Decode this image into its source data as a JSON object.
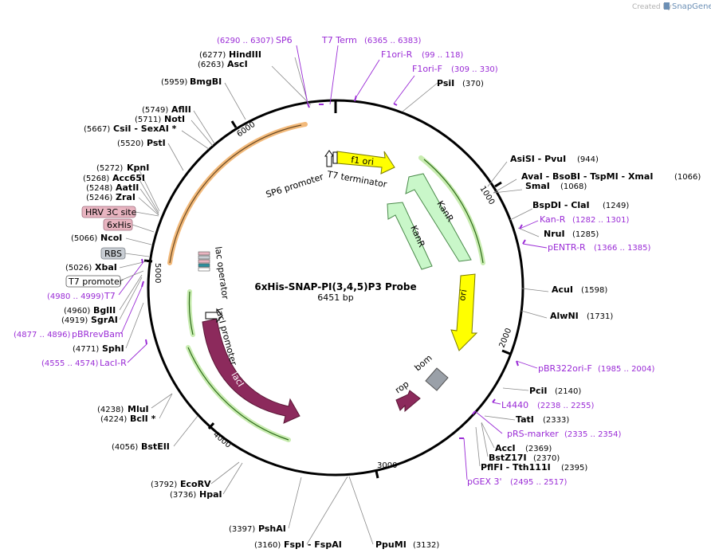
{
  "branding": {
    "created_by": "Created by",
    "brand": "SnapGene"
  },
  "plasmid": {
    "name": "6xHis-SNAP-PI(3,4,5)P3 Probe",
    "length": "6451 bp"
  },
  "scale_ticks": [
    "1000",
    "2000",
    "3000",
    "4000",
    "5000",
    "6000"
  ],
  "features": [
    {
      "name": "f1 ori",
      "color": "#ffff00"
    },
    {
      "name": "KanR",
      "color": "#c9f7c9"
    },
    {
      "name": "KanR",
      "color": "#c9f7c9"
    },
    {
      "name": "ori",
      "color": "#ffff00"
    },
    {
      "name": "bom",
      "color": "#9aa0a8"
    },
    {
      "name": "rop",
      "color": "#8c2a5c"
    },
    {
      "name": "lacI",
      "color": "#8c2a5c"
    },
    {
      "name": "lacI promoter",
      "color": "#ffffff"
    },
    {
      "name": "lac operator",
      "color": "#ffffff"
    },
    {
      "name": "SP6 promoter",
      "color": "#ffffff"
    },
    {
      "name": "T7 terminator",
      "color": "#ffffff"
    }
  ],
  "box_labels": [
    {
      "name": "HRV 3C site",
      "color": "#e8b4c0"
    },
    {
      "name": "6xHis",
      "color": "#e8b4c0"
    },
    {
      "name": "RBS",
      "color": "#c8cdd3"
    },
    {
      "name": "T7 promoter",
      "color": "#ffffff"
    }
  ],
  "sites": {
    "ascI": {
      "name": "AscI",
      "pos": "(6263)"
    },
    "hindIII": {
      "name": "HindIII",
      "pos": "(6277)"
    },
    "bmgbI": {
      "name": "BmgBI",
      "pos": "(5959)"
    },
    "aflII": {
      "name": "AflII",
      "pos": "(5749)"
    },
    "notI": {
      "name": "NotI",
      "pos": "(5711)"
    },
    "csiI": {
      "name": "CsiI  - SexAI *",
      "pos": "(5667)"
    },
    "pstI": {
      "name": "PstI",
      "pos": "(5520)"
    },
    "kpnI": {
      "name": "KpnI",
      "pos": "(5272)"
    },
    "acc65I": {
      "name": "Acc65I",
      "pos": "(5268)"
    },
    "aatII": {
      "name": "AatII",
      "pos": "(5248)"
    },
    "zraI": {
      "name": "ZraI",
      "pos": "(5246)"
    },
    "ncoI": {
      "name": "NcoI",
      "pos": "(5066)"
    },
    "xbaI": {
      "name": "XbaI",
      "pos": "(5026)"
    },
    "bglII": {
      "name": "BglII",
      "pos": "(4960)"
    },
    "sgrAI": {
      "name": "SgrAI",
      "pos": "(4919)"
    },
    "sphI": {
      "name": "SphI",
      "pos": "(4771)"
    },
    "mluI": {
      "name": "MluI",
      "pos": "(4238)"
    },
    "bclI": {
      "name": "BclI *",
      "pos": "(4224)"
    },
    "bstEII": {
      "name": "BstEII",
      "pos": "(4056)"
    },
    "ecoRV": {
      "name": "EcoRV",
      "pos": "(3792)"
    },
    "hpaI": {
      "name": "HpaI",
      "pos": "(3736)"
    },
    "pshAI": {
      "name": "PshAI",
      "pos": "(3397)"
    },
    "fspI": {
      "name": "FspI  - FspAI",
      "pos": "(3160)"
    },
    "ppuMI": {
      "name": "PpuMI",
      "pos": "(3132)"
    },
    "psiI": {
      "name": "PsiI",
      "pos": "(370)"
    },
    "asiSI": {
      "name": "AsiSI  - PvuI",
      "pos": "(944)"
    },
    "avaI": {
      "name": "AvaI  - BsoBI  - TspMI  - XmaI",
      "pos": "(1066)"
    },
    "smaI": {
      "name": "SmaI",
      "pos": "(1068)"
    },
    "bspDI": {
      "name": "BspDI  - ClaI",
      "pos": "(1249)"
    },
    "nruI": {
      "name": "NruI",
      "pos": "(1285)"
    },
    "acuI": {
      "name": "AcuI",
      "pos": "(1598)"
    },
    "alwNI": {
      "name": "AlwNI",
      "pos": "(1731)"
    },
    "pciI": {
      "name": "PciI",
      "pos": "(2140)"
    },
    "tatI": {
      "name": "TatI",
      "pos": "(2333)"
    },
    "accI": {
      "name": "AccI",
      "pos": "(2369)"
    },
    "bstZ17I": {
      "name": "BstZ17I",
      "pos": "(2370)"
    },
    "pflFI": {
      "name": "PflFI  - Tth111I",
      "pos": "(2395)"
    }
  },
  "primers": {
    "sp6": {
      "name": "SP6",
      "pos": "(6290 .. 6307)"
    },
    "t7term": {
      "name": "T7 Term",
      "pos": "(6365 .. 6383)"
    },
    "f1oriR": {
      "name": "F1ori-R",
      "pos": "(99 .. 118)"
    },
    "f1oriF": {
      "name": "F1ori-F",
      "pos": "(309 .. 330)"
    },
    "kanR": {
      "name": "Kan-R",
      "pos": "(1282 .. 1301)"
    },
    "pENTR": {
      "name": "pENTR-R",
      "pos": "(1366 .. 1385)"
    },
    "pBR322": {
      "name": "pBR322ori-F",
      "pos": "(1985 .. 2004)"
    },
    "l4440": {
      "name": "L4440",
      "pos": "(2238 .. 2255)"
    },
    "pRS": {
      "name": "pRS-marker",
      "pos": "(2335 .. 2354)"
    },
    "pGEX": {
      "name": "pGEX 3'",
      "pos": "(2495 .. 2517)"
    },
    "t7": {
      "name": "T7",
      "pos": "(4980 .. 4999)"
    },
    "pBRrev": {
      "name": "pBRrevBam",
      "pos": "(4877 .. 4896)"
    },
    "lacIR": {
      "name": "LacI-R",
      "pos": "(4555 .. 4574)"
    }
  }
}
